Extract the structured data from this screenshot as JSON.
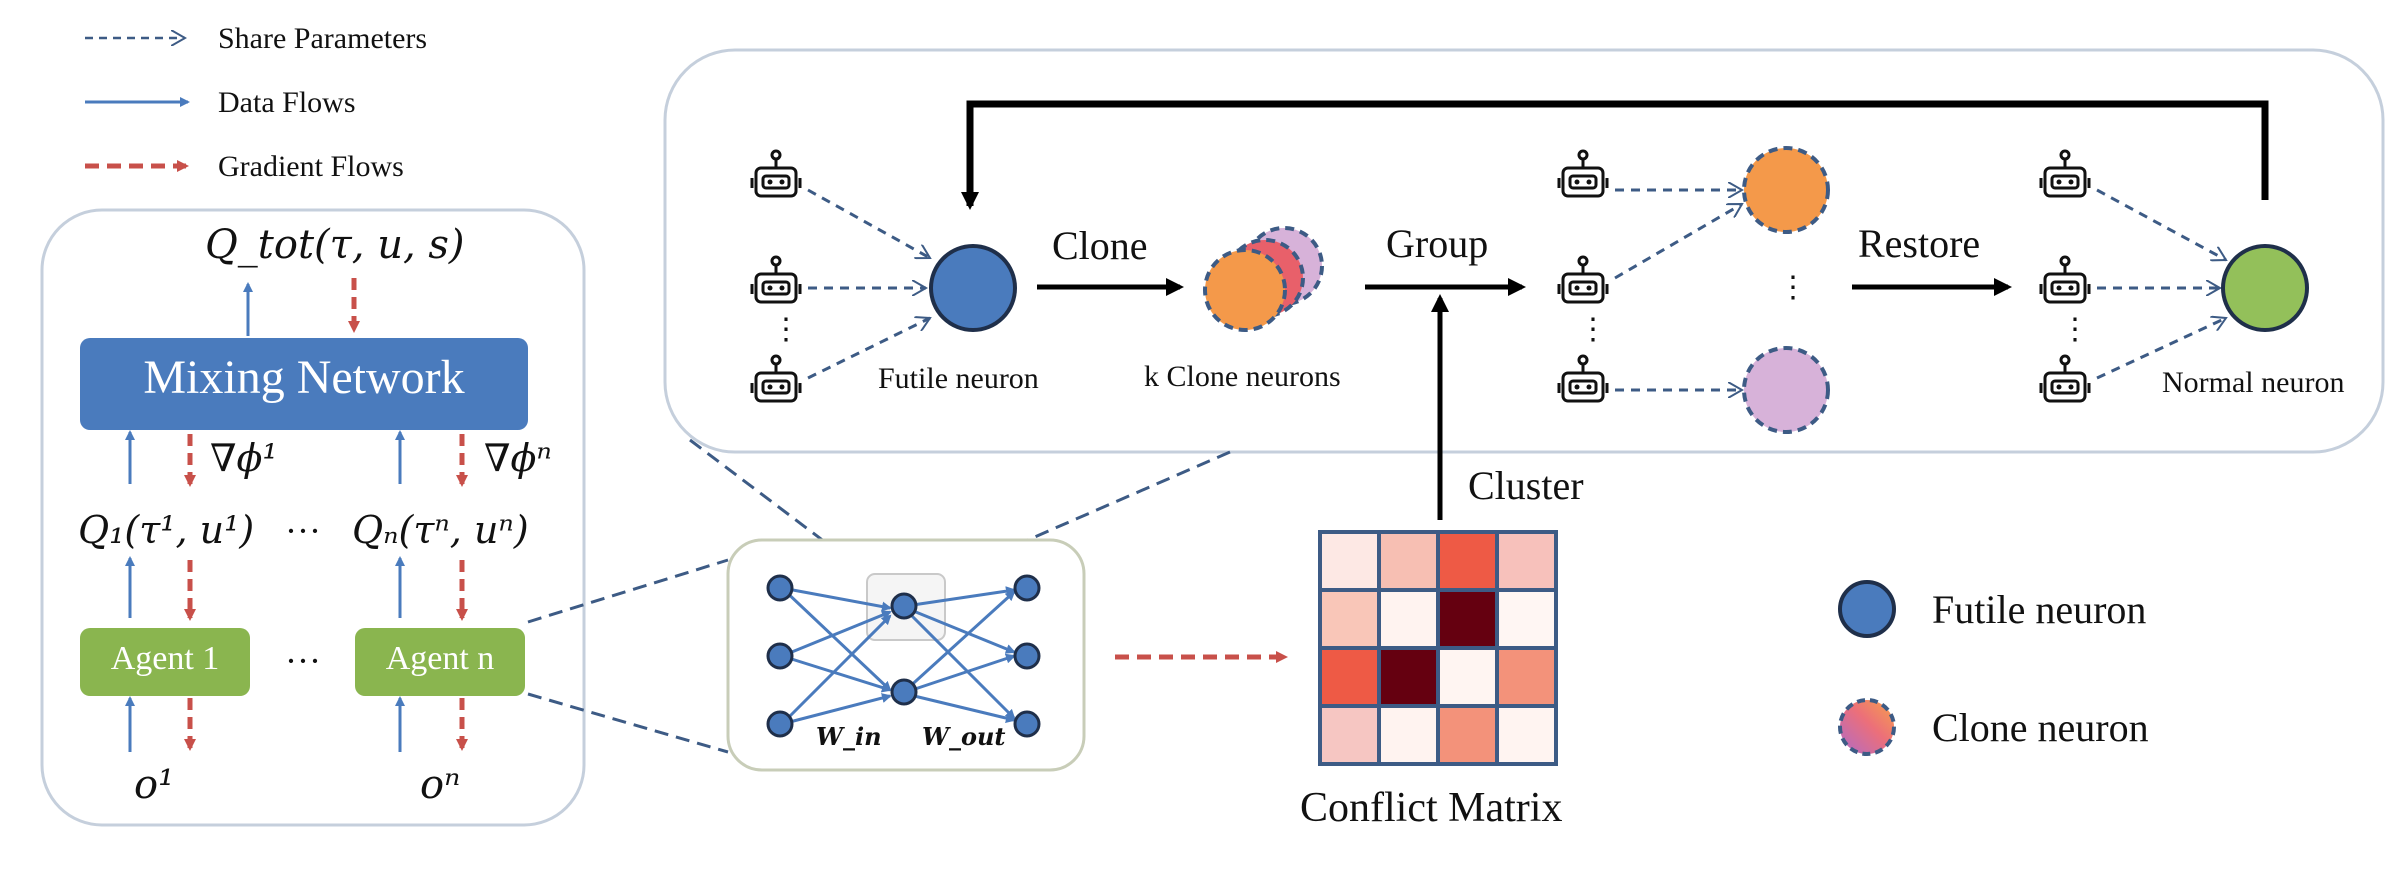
{
  "legend": {
    "share_parameters": "Share Parameters",
    "data_flows": "Data Flows",
    "gradient_flows": "Gradient Flows"
  },
  "left_panel": {
    "q_tot": "Q_tot(τ, u, s)",
    "mixing_network": "Mixing Network",
    "grad_phi_1": "∇ϕ¹",
    "grad_phi_n": "∇ϕⁿ",
    "q_1": "Q₁(τ¹, u¹)",
    "q_n": "Qₙ(τⁿ, uⁿ)",
    "ellipsis_q": "···",
    "agent_1": "Agent 1",
    "agent_n": "Agent n",
    "ellipsis_agent": "···",
    "obs_1": "o¹",
    "obs_n": "oⁿ"
  },
  "network": {
    "w_in": "W_in",
    "w_out": "W_out"
  },
  "top_panel": {
    "clone": "Clone",
    "group": "Group",
    "restore": "Restore",
    "futile_neuron_label": "Futile neuron",
    "clone_neurons_label": "k Clone neurons",
    "normal_neuron_label": "Normal neuron",
    "vertical_dots": "⋮"
  },
  "cluster_label": "Cluster",
  "conflict_matrix_label": "Conflict Matrix",
  "conflict_matrix": {
    "rows": [
      [
        "#fde8e4",
        "#f7bfb3",
        "#ee5a45",
        "#f7c1bb"
      ],
      [
        "#f9c6b8",
        "#fff3f0",
        "#650010",
        "#fff6f3"
      ],
      [
        "#ee5a45",
        "#650010",
        "#fff5f2",
        "#f3927a"
      ],
      [
        "#f6c6c2",
        "#fff3f0",
        "#f3927a",
        "#fff4f1"
      ]
    ]
  },
  "key": {
    "futile": "Futile neuron",
    "clone": "Clone neuron"
  },
  "colors": {
    "blue_box": "#4a7bbd",
    "green_box": "#8ab54f",
    "data_arrow": "#4a7bbd",
    "gradient_arrow": "#c8504a",
    "dashed_blue": "#3d5b85",
    "neuron_blue": "#4a7bbd",
    "neuron_orange": "#f4994a",
    "neuron_red": "#e8606a",
    "neuron_purple": "#d7b2d9",
    "neuron_green": "#93c05a"
  }
}
